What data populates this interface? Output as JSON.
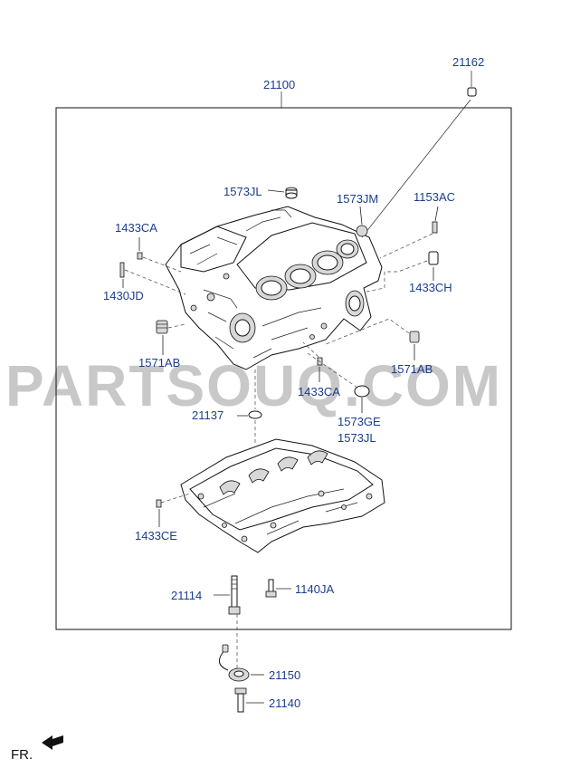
{
  "watermark": "PARTSOUQ.COM",
  "front_marker": "FR.",
  "assembly_label": "21100",
  "labels": {
    "p21162": "21162",
    "p1573JL_top": "1573JL",
    "p1573JM": "1573JM",
    "p1153AC": "1153AC",
    "p1433CA_left": "1433CA",
    "p1433CH": "1433CH",
    "p1430JD": "1430JD",
    "p1571AB_left": "1571AB",
    "p1571AB_right": "1571AB",
    "p1433CA_mid": "1433CA",
    "p21137": "21137",
    "p1573GE": "1573GE",
    "p1573JL_bottom": "1573JL",
    "p1433CE": "1433CE",
    "p21114": "21114",
    "p1140JA": "1140JA",
    "p21150": "21150",
    "p21140": "21140"
  },
  "colors": {
    "label_blue": "#1a3d8f",
    "line": "#111111",
    "watermark": "#c8c8c8"
  }
}
